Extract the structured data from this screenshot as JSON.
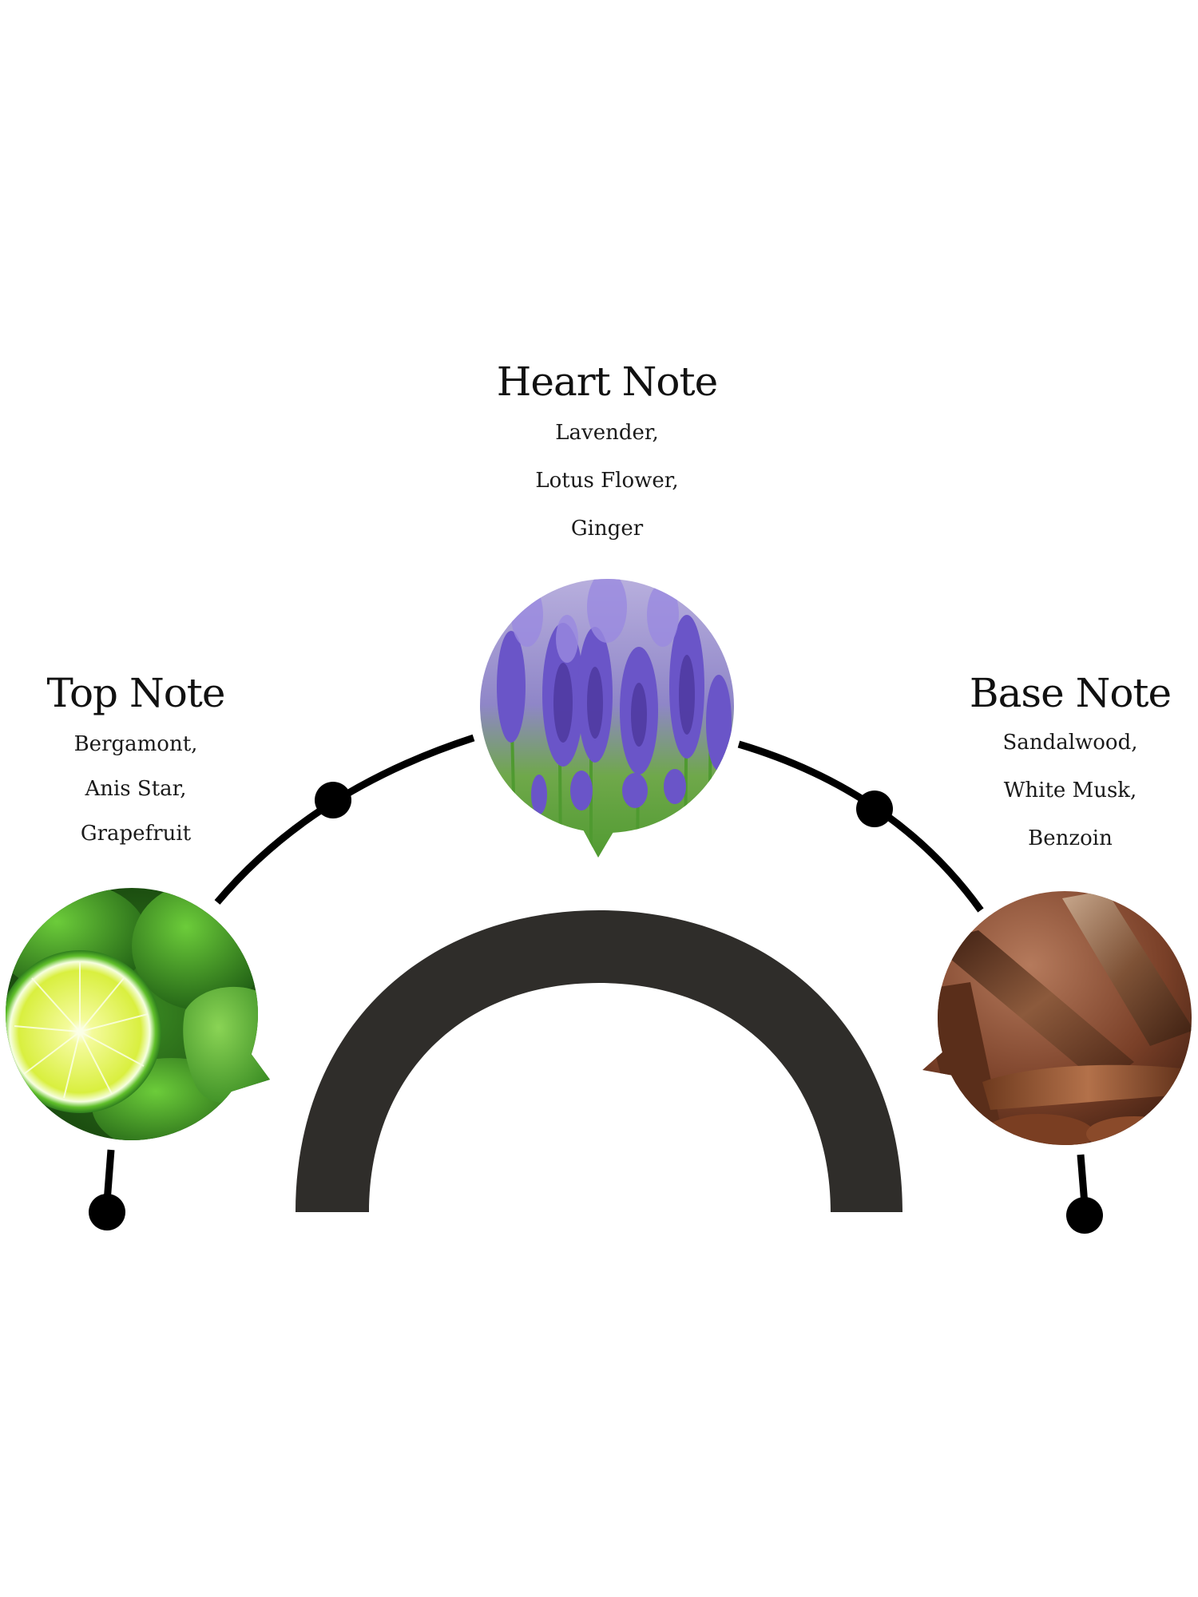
{
  "diagram": {
    "type": "fragrance-pyramid-arc",
    "colors": {
      "background": "#ffffff",
      "arch": "#2f2d2a",
      "connector": "#000000",
      "text": "#111111"
    }
  },
  "notes": {
    "top": {
      "title": "Top Note",
      "ingredients": [
        "Bergamont,",
        "Anis Star,",
        "Grapefruit"
      ],
      "image": "bergamot-citrus-photo",
      "image_palette": [
        "#2e7d1e",
        "#5cb82c",
        "#e9f56a",
        "#0f2a0a"
      ]
    },
    "heart": {
      "title": "Heart Note",
      "ingredients": [
        "Lavender,",
        "Lotus Flower,",
        "Ginger"
      ],
      "image": "lavender-field-photo",
      "image_palette": [
        "#7a62d0",
        "#9d8be0",
        "#5a9a3a",
        "#b6abd9"
      ]
    },
    "base": {
      "title": "Base Note",
      "ingredients": [
        "Sandalwood,",
        "White Musk,",
        "Benzoin"
      ],
      "image": "sandalwood-vanilla-photo",
      "image_palette": [
        "#5a2f1c",
        "#8a4e30",
        "#c08060",
        "#3a1c10"
      ]
    }
  }
}
